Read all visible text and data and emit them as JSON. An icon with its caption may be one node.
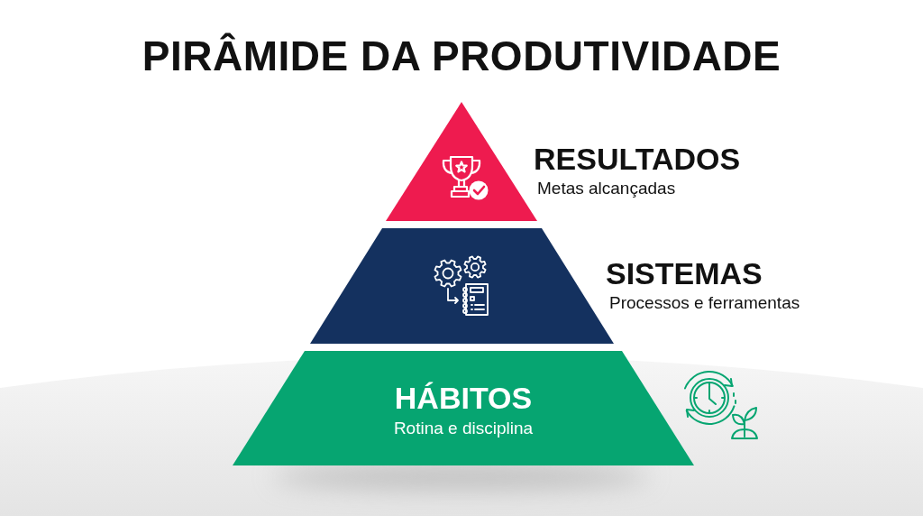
{
  "diagram": {
    "title": "PIRÂMIDE DA PRODUTIVIDADE",
    "nodes": [
      {
        "text": [
          "RESULTADOS",
          "Metas alcançadas"
        ]
      },
      {
        "text": [
          "SISTEMAS",
          "Processos e ferramentas"
        ]
      },
      {
        "text": [
          "HÁBITOS",
          "Rotina e disciplina"
        ]
      }
    ]
  }
}
